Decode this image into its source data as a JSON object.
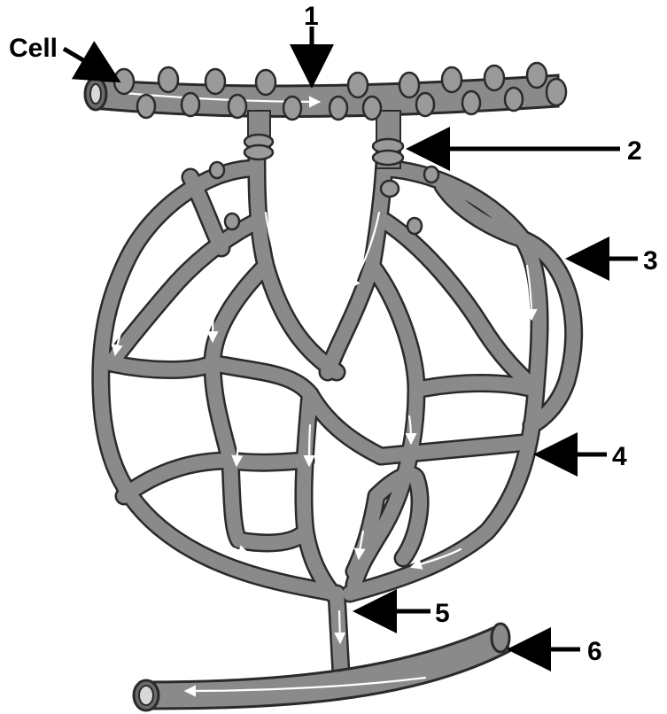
{
  "labels": {
    "cell": "Cell",
    "n1": "1",
    "n2": "2",
    "n3": "3",
    "n4": "4",
    "n5": "5",
    "n6": "6"
  },
  "colors": {
    "vessel_fill": "#8a8a8a",
    "vessel_edge": "#2a2a2a",
    "flow_arrow": "#ffffff",
    "smooth_muscle": "#9a9a9a",
    "pointer": "#000000"
  }
}
